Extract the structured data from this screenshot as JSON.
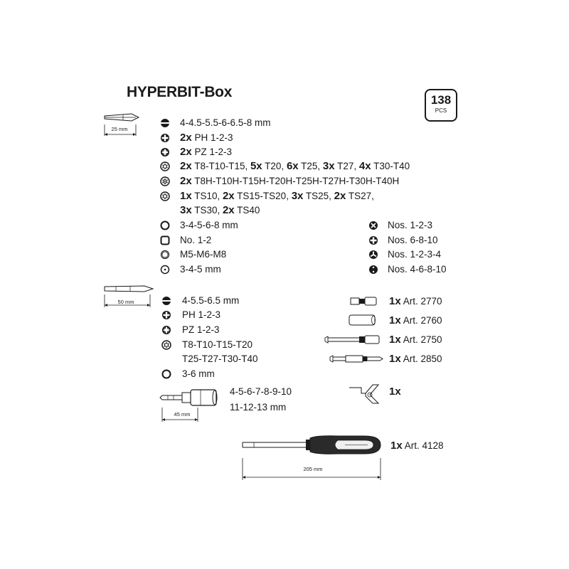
{
  "title": "HYPERBIT-Box",
  "badge": {
    "count": "138",
    "unit": "PCS"
  },
  "dims": {
    "bits25": "25 mm",
    "bits50": "50 mm",
    "socket45": "45 mm",
    "driver205": "205 mm"
  },
  "bits25": [
    {
      "icon": "slotted",
      "parts": [
        {
          "t": "4-4.5-5.5-6-6.5-8 mm"
        }
      ]
    },
    {
      "icon": "phillips",
      "parts": [
        {
          "b": "2x"
        },
        {
          "t": " PH 1-2-3"
        }
      ]
    },
    {
      "icon": "pozidriv",
      "parts": [
        {
          "b": "2x"
        },
        {
          "t": " PZ 1-2-3"
        }
      ]
    },
    {
      "icon": "torx",
      "parts": [
        {
          "b": "2x"
        },
        {
          "t": " T8-T10-T15, "
        },
        {
          "b": "5x"
        },
        {
          "t": " T20, "
        },
        {
          "b": "6x"
        },
        {
          "t": " T25, "
        },
        {
          "b": "3x"
        },
        {
          "t": " T27, "
        },
        {
          "b": "4x"
        },
        {
          "t": " T30-T40"
        }
      ]
    },
    {
      "icon": "torx-hole",
      "parts": [
        {
          "b": "2x"
        },
        {
          "t": " T8H-T10H-T15H-T20H-T25H-T27H-T30H-T40H"
        }
      ]
    },
    {
      "icon": "torx-plus",
      "parts": [
        {
          "b": "1x"
        },
        {
          "t": " TS10, "
        },
        {
          "b": "2x"
        },
        {
          "t": " TS15-TS20, "
        },
        {
          "b": "3x"
        },
        {
          "t": " TS25, "
        },
        {
          "b": "2x"
        },
        {
          "t": " TS27,"
        }
      ]
    },
    {
      "icon": "",
      "parts": [
        {
          "b": "3x"
        },
        {
          "t": " TS30, "
        },
        {
          "b": "2x"
        },
        {
          "t": " TS40"
        }
      ]
    },
    {
      "icon": "hex",
      "parts": [
        {
          "t": "3-4-5-6-8 mm"
        }
      ]
    },
    {
      "icon": "square",
      "parts": [
        {
          "t": "No. 1-2"
        }
      ]
    },
    {
      "icon": "spline",
      "parts": [
        {
          "t": "M5-M6-M8"
        }
      ]
    },
    {
      "icon": "hex-pin",
      "parts": [
        {
          "t": "3-4-5 mm"
        }
      ]
    }
  ],
  "bits25_right": [
    {
      "icon": "tri-wing-x",
      "text": "Nos. 1-2-3"
    },
    {
      "icon": "torq-set",
      "text": "Nos. 6-8-10"
    },
    {
      "icon": "tri-wing",
      "text": "Nos. 1-2-3-4"
    },
    {
      "icon": "spanner",
      "text": "Nos. 4-6-8-10"
    }
  ],
  "bits50": [
    {
      "icon": "slotted",
      "text": "4-5.5-6.5 mm"
    },
    {
      "icon": "phillips",
      "text": "PH 1-2-3"
    },
    {
      "icon": "pozidriv",
      "text": "PZ 1-2-3"
    },
    {
      "icon": "torx",
      "text": "T8-T10-T15-T20"
    },
    {
      "icon": "",
      "text": "T25-T27-T30-T40"
    },
    {
      "icon": "hex",
      "text": "3-6 mm"
    }
  ],
  "sockets": {
    "line1": "4-5-6-7-8-9-10",
    "line2": "11-12-13 mm"
  },
  "accessories": [
    {
      "qty": "1x",
      "label": "Art. 2770"
    },
    {
      "qty": "1x",
      "label": "Art. 2760"
    },
    {
      "qty": "1x",
      "label": "Art. 2750"
    },
    {
      "qty": "1x",
      "label": "Art. 2850"
    },
    {
      "qty": "1x",
      "label": ""
    }
  ],
  "driver": {
    "qty": "1x",
    "label": "Art. 4128"
  }
}
